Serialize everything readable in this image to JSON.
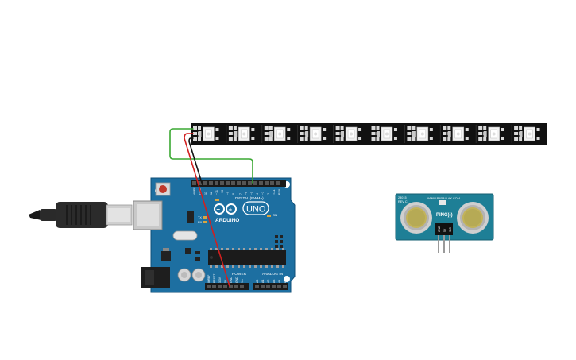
{
  "board": {
    "brand": "ARDUINO",
    "model": "UNO",
    "aref": "AREF",
    "gnd": "GND",
    "digital_label": "DIGITAL (PWM~)",
    "on_label": "ON",
    "tx_label": "TX",
    "rx_label": "RX",
    "l_label": "L",
    "power_label": "POWER",
    "analog_label": "ANALOG IN",
    "digital_pins": [
      "13",
      "12",
      "~11",
      "~10",
      "~9",
      "8",
      "7",
      "~6",
      "~5",
      "4",
      "~3",
      "2",
      "TX1",
      "RX0"
    ],
    "power_pins": [
      "IOREF",
      "RESET",
      "3.3V",
      "5V",
      "GND",
      "GND",
      "Vin"
    ],
    "analog_pins": [
      "A0",
      "A1",
      "A2",
      "A3",
      "A4",
      "A5"
    ]
  },
  "sensor": {
    "brand": "PING)))",
    "url": "WWW.PARALLAX.COM",
    "part": "28015",
    "rev": "REV C",
    "pins": [
      "GND",
      "5V",
      "SIG"
    ]
  },
  "colors": {
    "board": "#1d6fa1",
    "strip": "#111111",
    "wire_green": "#3aa832",
    "wire_red": "#d21f1f",
    "wire_black": "#151515",
    "sensor_board": "#1e7f96"
  },
  "strip": {
    "led_count": 10
  }
}
